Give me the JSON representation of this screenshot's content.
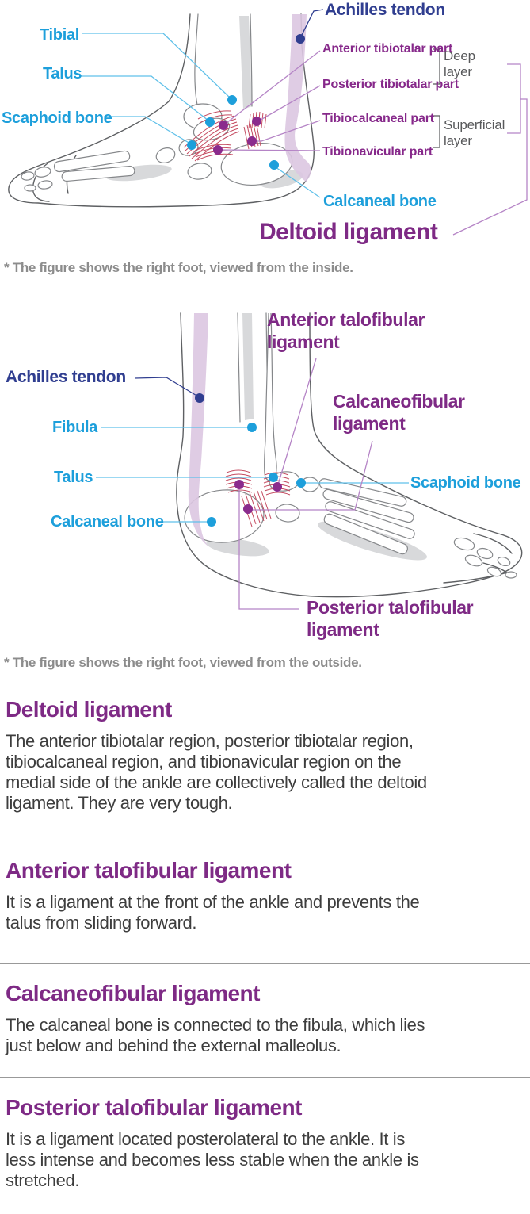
{
  "colors": {
    "label-blue": "#1D9FDB",
    "label-navy": "#303E90",
    "label-purple": "#86288A",
    "heading-purple": "#7E2A85",
    "pointer-purple": "#B584C6",
    "layer-gray": "#58595B",
    "note-gray": "#8C8C8C",
    "body-text": "#3D3D3D",
    "divider-gray": "#999999",
    "hatch-red": "#C4495F",
    "tendon-purple": "#DBC7E1",
    "skin-line": "#5E6063",
    "bone-line": "#85878A",
    "bone-shadow": "#D8D9DB"
  },
  "figure1": {
    "labels": {
      "achilles_tendon": "Achilles tendon",
      "tibial": "Tibial",
      "talus": "Talus",
      "scaphoid_bone": "Scaphoid bone",
      "anterior_tibiotalar_part": "Anterior tibiotalar part",
      "posterior_tibiotalar_part": "Posterior tibiotalar part",
      "tibiocalcaneal_part": "Tibiocalcaneal part",
      "tibionavicular_part": "Tibionavicular part",
      "deep_layer": "Deep layer",
      "superficial_layer": "Superficial layer",
      "calcaneal_bone": "Calcaneal bone",
      "deltoid_ligament": "Deltoid ligament"
    },
    "note": "* The figure shows the right foot, viewed from the inside."
  },
  "figure2": {
    "labels": {
      "anterior_talofibular_ligament": "Anterior talofibular ligament",
      "achilles_tendon": "Achilles tendon",
      "fibula": "Fibula",
      "calcaneofibular_ligament": "Calcaneofibular ligament",
      "talus": "Talus",
      "scaphoid_bone": "Scaphoid bone",
      "calcaneal_bone": "Calcaneal bone",
      "posterior_talofibular_ligament": "Posterior talofibular ligament"
    },
    "note": "* The figure shows the right foot, viewed from the outside."
  },
  "sections": [
    {
      "heading": "Deltoid ligament",
      "lines": [
        "The anterior tibiotalar region, posterior tibiotalar region,",
        "tibiocalcaneal region, and tibionavicular region on the",
        "medial side of the ankle are collectively called the deltoid",
        "ligament. They are very tough."
      ]
    },
    {
      "heading": "Anterior talofibular ligament",
      "lines": [
        "It is a ligament at the front of the ankle and prevents the",
        "talus from sliding forward."
      ]
    },
    {
      "heading": "Calcaneofibular ligament",
      "lines": [
        "The calcaneal bone is connected to the fibula, which lies",
        "just below and behind the external malleolus."
      ]
    },
    {
      "heading": "Posterior talofibular ligament",
      "lines": [
        "It is a ligament located posterolateral to the ankle. It is",
        "less intense and becomes less stable when the ankle is",
        "stretched."
      ]
    }
  ]
}
